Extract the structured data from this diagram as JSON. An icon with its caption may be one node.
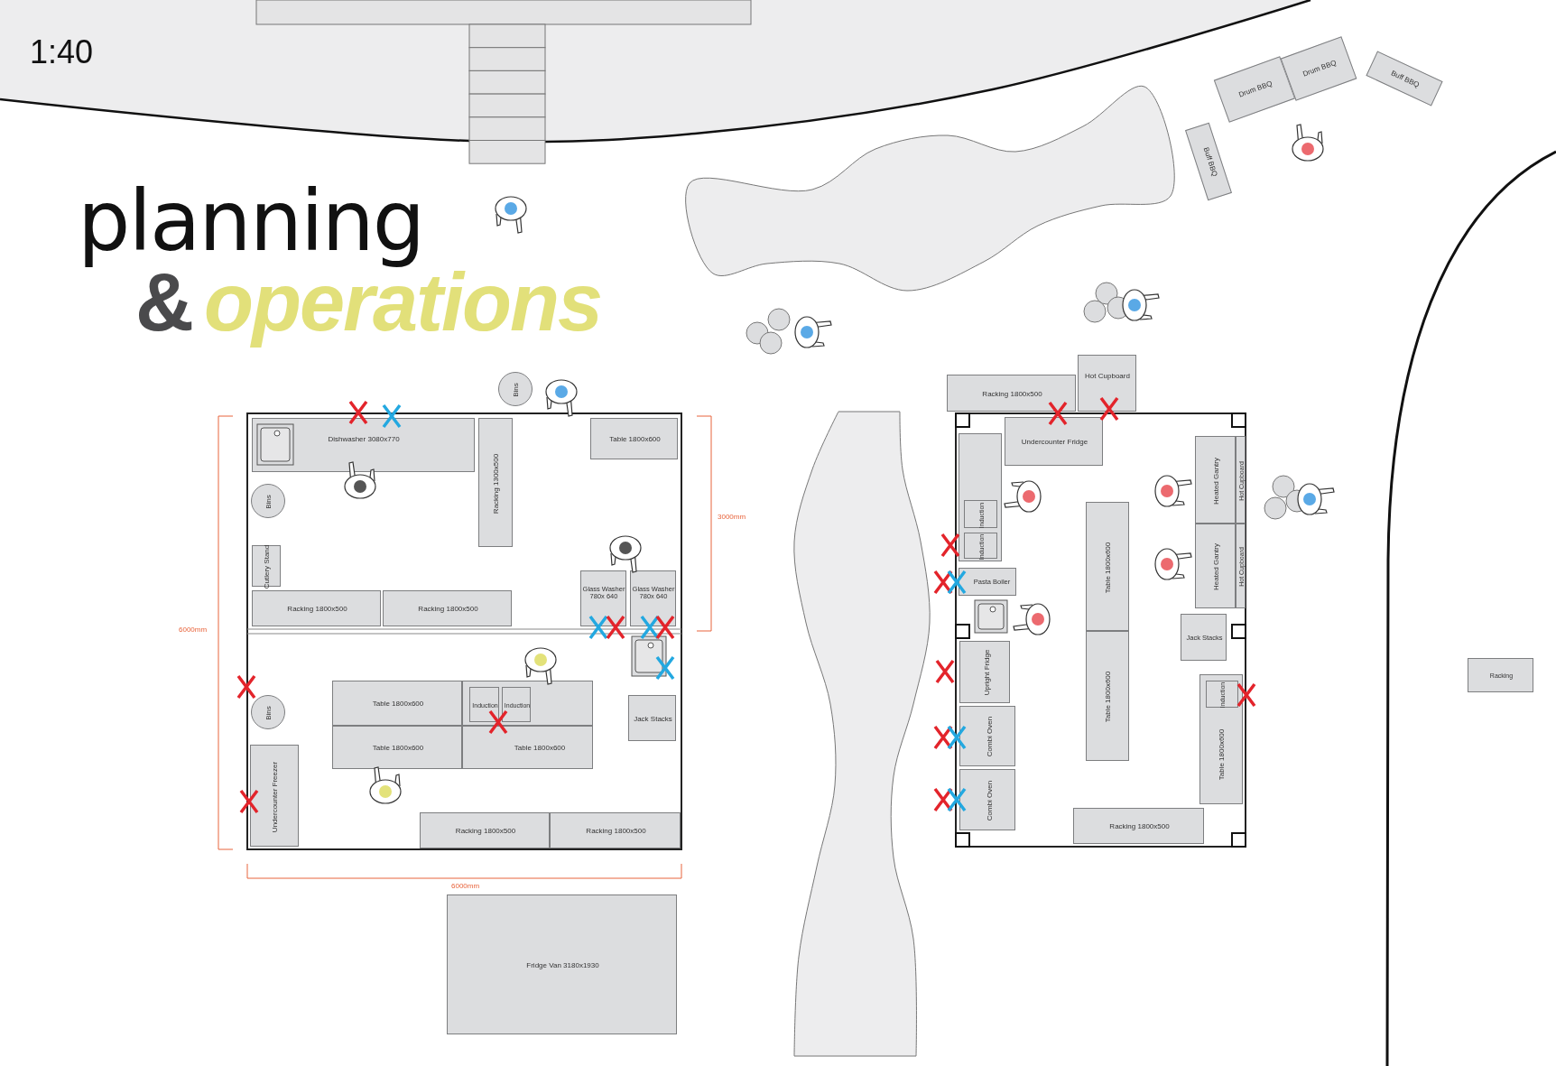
{
  "diagram": {
    "nodes": [
      {
        "text": [
          "Drum BBQ"
        ]
      },
      {
        "text": [
          "Drum BBQ"
        ]
      },
      {
        "text": [
          "Buff BBQ"
        ]
      },
      {
        "text": [
          "Buff BBQ"
        ]
      },
      {
        "text": [
          "Bins"
        ]
      },
      {
        "text": [
          "Dishwasher 3080x770"
        ]
      },
      {
        "text": [
          "Racking 1300x500"
        ]
      },
      {
        "text": [
          "Table 1800x600"
        ]
      },
      {
        "text": [
          "Bins"
        ]
      },
      {
        "text": [
          "Cutlery Stand"
        ]
      },
      {
        "text": [
          "Racking 1800x500"
        ]
      },
      {
        "text": [
          "Racking 1800x500"
        ]
      },
      {
        "text": [
          "Glass Washer 780x 640"
        ]
      },
      {
        "text": [
          "Glass Washer 780x 640"
        ]
      },
      {
        "text": [
          "Bins"
        ]
      },
      {
        "text": [
          "Table 1800x600"
        ]
      },
      {
        "text": [],
        "shape": "box"
      },
      {
        "text": [
          "Induction"
        ],
        "in": 16
      },
      {
        "text": [
          "Induction"
        ],
        "in": 16
      },
      {
        "text": [
          "Table 1800x600"
        ]
      },
      {
        "text": [
          "Table 1800x600"
        ]
      },
      {
        "text": [
          "Jack Stacks"
        ]
      },
      {
        "text": [
          "Undercounter Freezer"
        ]
      },
      {
        "text": [
          "Racking 1800x500"
        ]
      },
      {
        "text": [
          "Racking 1800x500"
        ]
      },
      {
        "text": [
          "Fridge Van 3180x1930"
        ]
      },
      {
        "text": [
          "Racking 1800x500"
        ]
      },
      {
        "text": [
          "Hot Cupboard"
        ]
      },
      {
        "text": [
          "Undercounter Fridge"
        ]
      },
      {
        "text": [],
        "shape": "box"
      },
      {
        "text": [
          "Induction"
        ],
        "in": 29
      },
      {
        "text": [
          "Induction"
        ],
        "in": 29
      },
      {
        "text": [
          "Heated Gantry"
        ]
      },
      {
        "text": [
          "Hot Cupboard"
        ]
      },
      {
        "text": [
          "Table 1800x600"
        ]
      },
      {
        "text": [
          "Pasta Boiler"
        ]
      },
      {
        "text": [
          "Heated Gantry"
        ]
      },
      {
        "text": [
          "Hot Cupboard"
        ]
      },
      {
        "text": [
          "Jack Stacks"
        ]
      },
      {
        "text": [
          "Table 1800x600"
        ]
      },
      {
        "text": [
          "Upright Fridge"
        ]
      },
      {
        "text": [
          "Racking"
        ]
      },
      {
        "text": [
          "Table 1800x600"
        ]
      },
      {
        "text": [
          "Induction"
        ],
        "in": 42
      },
      {
        "text": [
          "Combi Oven"
        ]
      },
      {
        "text": [
          "Combi Oven"
        ]
      },
      {
        "text": [
          "Racking 1800x500"
        ]
      }
    ],
    "labels": [
      "1:40",
      "planning",
      "&",
      "operations",
      "3000mm",
      "6000mm",
      "6000mm"
    ]
  }
}
